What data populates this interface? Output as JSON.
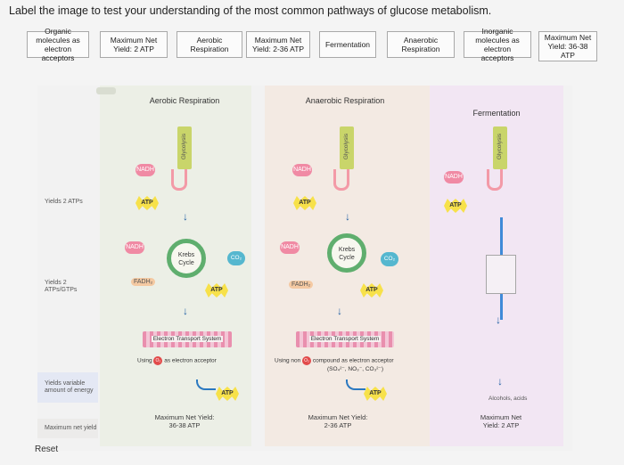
{
  "instruction": "Label the image to test your understanding of the most common pathways of glucose metabolism.",
  "bank": [
    {
      "name": "chip-organic-molecules",
      "label": "Organic molecules as electron acceptors"
    },
    {
      "name": "chip-max-yield-2",
      "label": "Maximum Net Yield: 2 ATP"
    },
    {
      "name": "chip-aerobic",
      "label": "Aerobic Respiration"
    },
    {
      "name": "chip-max-yield-2-36",
      "label": "Maximum Net Yield: 2-36 ATP"
    },
    {
      "name": "chip-fermentation",
      "label": "Fermentation"
    },
    {
      "name": "chip-anaerobic",
      "label": "Anaerobic Respiration"
    },
    {
      "name": "chip-inorganic",
      "label": "Inorganic molecules as electron acceptors"
    },
    {
      "name": "chip-max-yield-36-38",
      "label": "Maximum Net Yield: 36-38 ATP"
    }
  ],
  "rows": {
    "yields2": "Yields 2 ATPs",
    "yields2gtp": "Yields 2 ATPs/GTPs",
    "variable": "Yields variable amount of energy",
    "maxnet": "Maximum net yield"
  },
  "aerobic": {
    "title": "Aerobic Respiration",
    "glycolysis": "Glycolysis",
    "nadh": "NADH",
    "atp": "ATP",
    "krebs": "Krebs Cycle",
    "co2": "CO₂",
    "fadh2": "FADH₂",
    "ets": "Electron Transport System",
    "using": "Using",
    "o2": "O₂",
    "acceptor": "as electron acceptor",
    "net": "Maximum Net Yield: 36-38 ATP"
  },
  "anaerobic": {
    "title": "Anaerobic Respiration",
    "glycolysis": "Glycolysis",
    "nadh": "NADH",
    "atp": "ATP",
    "krebs": "Krebs Cycle",
    "co2": "CO₂",
    "fadh2": "FADH₂",
    "ets": "Electron Transport System",
    "using": "Using non",
    "o2": "O₂",
    "acceptor": "compound as electron acceptor",
    "ions": "(SO₄²⁻, NO₃⁻, CO₃²⁻)",
    "net": "Maximum Net Yield: 2-36 ATP"
  },
  "fermentation": {
    "title": "Fermentation",
    "glycolysis": "Glycolysis",
    "nadh": "NADH",
    "atp": "ATP",
    "products": "Alcohols, acids",
    "net": "Maximum Net Yield: 2 ATP"
  },
  "reset": "Reset",
  "colors": {
    "glycolysis": "#c9d56a",
    "nadh": "#f08aa4",
    "atp": "#f7e14a",
    "krebs": "#5fae6e",
    "co2": "#55b7cf",
    "arrow": "#1f5fa3"
  }
}
